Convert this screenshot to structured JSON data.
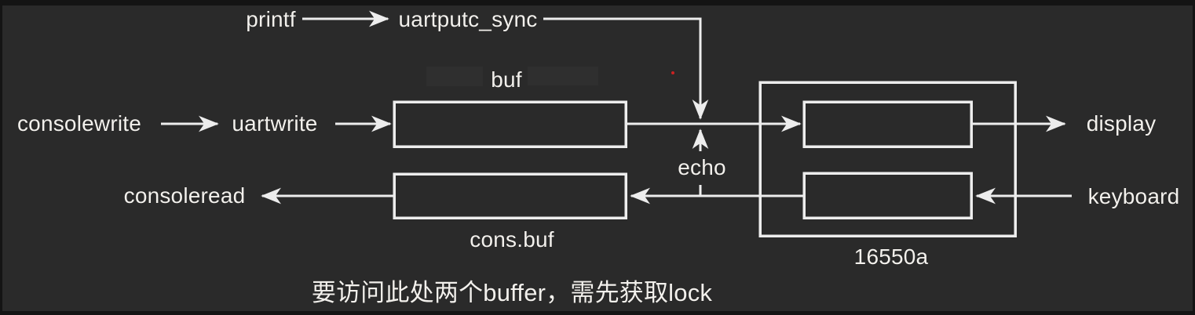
{
  "canvas": {
    "background_color": "#2a2a2a",
    "line_color": "#ededed",
    "text_color": "#f2f0ec",
    "red_dot_color": "#cc2222"
  },
  "labels": {
    "printf": "printf",
    "uartputc_sync": "uartputc_sync",
    "consolewrite": "consolewrite",
    "uartwrite": "uartwrite",
    "buf": "buf",
    "consoleread": "consoleread",
    "cons_buf": "cons.buf",
    "echo": "echo",
    "chip": "16550a",
    "display": "display",
    "keyboard": "keyboard"
  },
  "caption": "要访问此处两个buffer，需先获取lock",
  "connections": [
    {
      "from": "printf",
      "to": "uartputc_sync"
    },
    {
      "from": "uartputc_sync",
      "to": "output line junction"
    },
    {
      "from": "consolewrite",
      "to": "uartwrite"
    },
    {
      "from": "uartwrite",
      "to": "buf"
    },
    {
      "from": "buf",
      "to": "16550a output register"
    },
    {
      "from": "16550a output register",
      "to": "display"
    },
    {
      "from": "keyboard",
      "to": "16550a input register"
    },
    {
      "from": "16550a input register",
      "to": "cons.buf"
    },
    {
      "from": "cons.buf",
      "to": "consoleread"
    },
    {
      "from": "echo",
      "to": "output line junction"
    }
  ]
}
